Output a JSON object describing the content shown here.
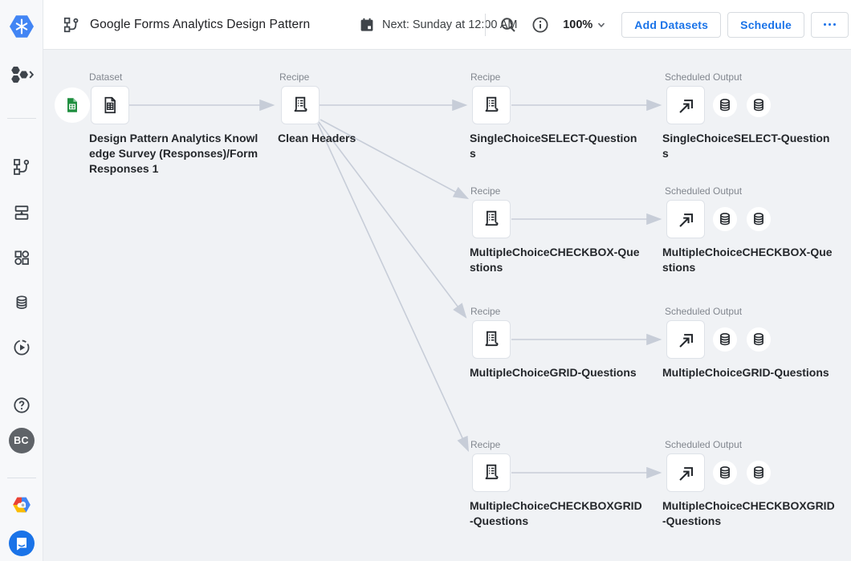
{
  "header": {
    "title": "Google Forms Analytics Design Pattern",
    "next_run": "Next: Sunday at 12:00 AM",
    "zoom_value": "100%",
    "add_datasets_label": "Add Datasets",
    "schedule_label": "Schedule"
  },
  "sidebar": {
    "avatar_initials": "BC"
  },
  "canvas": {
    "dataset": {
      "type": "Dataset",
      "name": "Design Pattern Analytics Knowledge Survey (Responses)/Form Responses 1"
    },
    "clean_headers": {
      "type": "Recipe",
      "name": "Clean Headers"
    },
    "branches": [
      {
        "recipe": {
          "type": "Recipe",
          "name": "SingleChoiceSELECT-Questions"
        },
        "output": {
          "type": "Scheduled Output",
          "name": "SingleChoiceSELECT-Questions"
        }
      },
      {
        "recipe": {
          "type": "Recipe",
          "name": "MultipleChoiceCHECKBOX-Questions"
        },
        "output": {
          "type": "Scheduled Output",
          "name": "MultipleChoiceCHECKBOX-Questions"
        }
      },
      {
        "recipe": {
          "type": "Recipe",
          "name": "MultipleChoiceGRID-Questions"
        },
        "output": {
          "type": "Scheduled Output",
          "name": "MultipleChoiceGRID-Questions"
        }
      },
      {
        "recipe": {
          "type": "Recipe",
          "name": "MultipleChoiceCHECKBOXGRID-Questions"
        },
        "output": {
          "type": "Scheduled Output",
          "name": "MultipleChoiceCHECKBOXGRID-Questions"
        }
      }
    ]
  },
  "colors": {
    "accent_blue": "#1A73E8",
    "edge_gray": "#C7CDD8",
    "canvas_bg": "#F0F2F5",
    "sheets_green": "#1E8E3E"
  }
}
